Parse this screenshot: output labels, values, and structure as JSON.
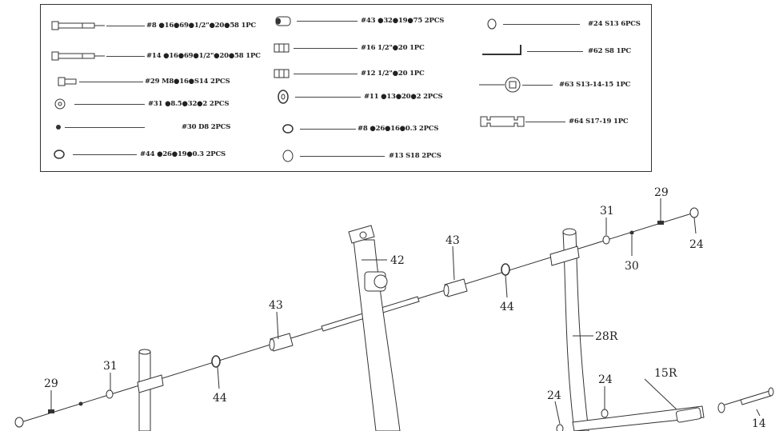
{
  "parts_list": [
    {
      "label": "#8 ●16●69●1/2\"●20●58 1PC",
      "icon": "long-bolt-icon"
    },
    {
      "label": "#14 ●16●69●1/2\"●20●58 1PC",
      "icon": "long-bolt-icon"
    },
    {
      "label": "#29 M8●16●S14 2PCS",
      "icon": "short-bolt-icon"
    },
    {
      "label": "#31 ●8.5●32●2 2PCS",
      "icon": "washer-icon"
    },
    {
      "label": "#30 D8 2PCS",
      "icon": "small-nut-icon"
    },
    {
      "label": "#44 ●26●19●0.3 2PCS",
      "icon": "wave-washer-icon"
    },
    {
      "label": "#43 ●32●19●75 2PCS",
      "icon": "bushing-icon"
    },
    {
      "label": "#16 1/2\"●20 1PC",
      "icon": "hex-nut-icon"
    },
    {
      "label": "#12  1/2\"●20  1PC",
      "icon": "hex-nut-icon"
    },
    {
      "label": "#11 ●13●20●2 2PCS",
      "icon": "curved-washer-icon"
    },
    {
      "label": "#8 ●26●16●0.3 2PCS",
      "icon": "wave-washer-icon"
    },
    {
      "label": "#13 S18 2PCS",
      "icon": "cap-icon"
    },
    {
      "label": "#24 S13 6PCS",
      "icon": "cap-icon"
    },
    {
      "label": "#62 S8 1PC",
      "icon": "allen-key-icon"
    },
    {
      "label": "#63 S13-14-15 1PC",
      "icon": "multi-wrench-icon"
    },
    {
      "label": "#64 S17-19 1PC",
      "icon": "wrench-icon"
    }
  ],
  "callouts": {
    "c29_top": "29",
    "c31_top": "31",
    "c24_top": "24",
    "c30": "30",
    "c42": "42",
    "c43_right": "43",
    "c44_right": "44",
    "c43_left": "43",
    "c28R": "28R",
    "c31_left": "31",
    "c29_left": "29",
    "c44_left": "44",
    "c24_mid": "24",
    "c15R": "15R",
    "c24_low": "24",
    "c14": "14"
  }
}
